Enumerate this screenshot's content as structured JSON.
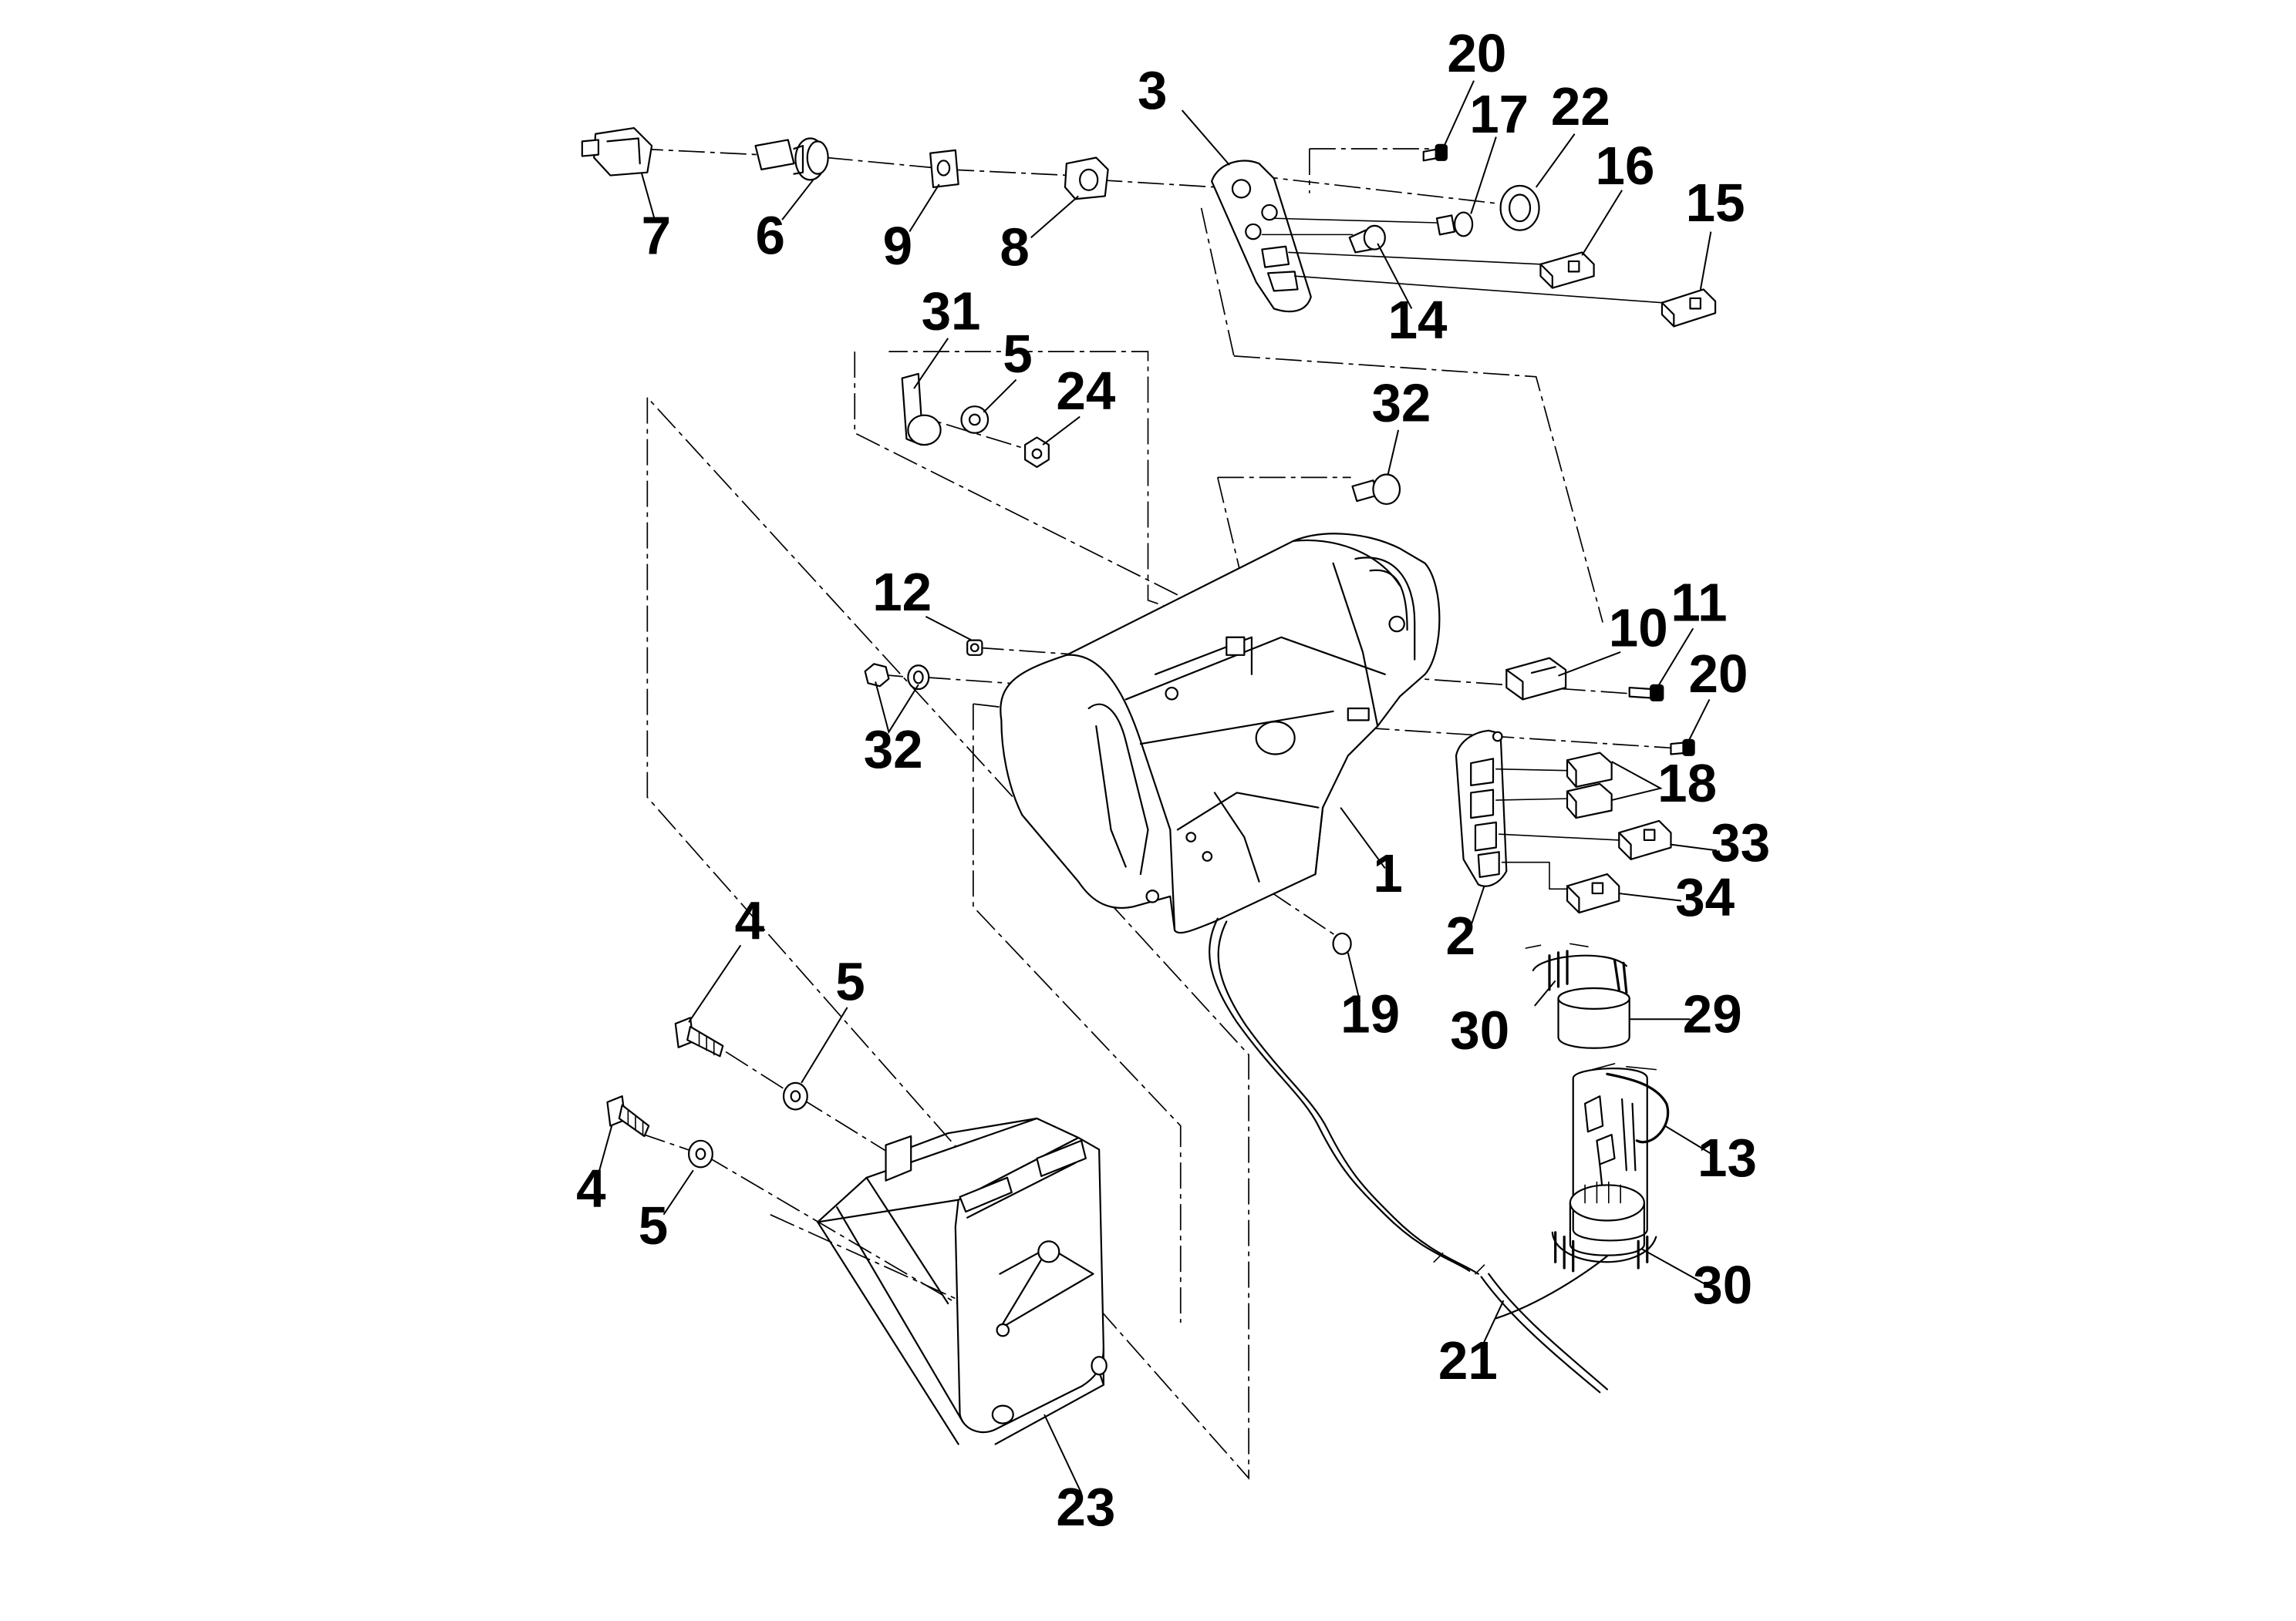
{
  "labels": {
    "l1": "1",
    "l2": "2",
    "l3": "3",
    "l4a": "4",
    "l4b": "4",
    "l5a": "5",
    "l5b": "5",
    "l5c": "5",
    "l6": "6",
    "l7": "7",
    "l8": "8",
    "l9": "9",
    "l10": "10",
    "l11": "11",
    "l12": "12",
    "l13": "13",
    "l14": "14",
    "l15": "15",
    "l16": "16",
    "l17": "17",
    "l18": "18",
    "l19": "19",
    "l20a": "20",
    "l20b": "20",
    "l21": "21",
    "l22": "22",
    "l23": "23",
    "l24": "24",
    "l29": "29",
    "l30a": "30",
    "l30b": "30",
    "l31": "31",
    "l32a": "32",
    "l32b": "32",
    "l33": "33",
    "l34": "34"
  }
}
